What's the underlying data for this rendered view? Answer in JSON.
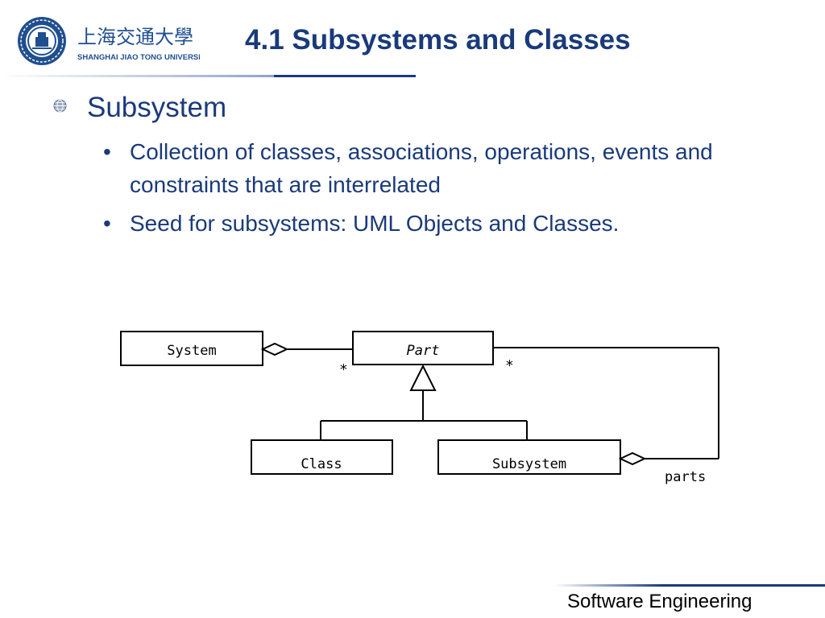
{
  "logo": {
    "chinese_name": "上海交通大學",
    "english_name": "SHANGHAI JIAO TONG UNIVERSITY"
  },
  "slide": {
    "title": "4.1 Subsystems and Classes",
    "bullet_l1": "Subsystem",
    "bullets_l2": [
      "Collection of classes, associations, operations, events and constraints that are interrelated",
      "Seed for subsystems: UML Objects and Classes."
    ],
    "bullet_char": "•"
  },
  "diagram": {
    "classes": {
      "system": "System",
      "part": "Part",
      "class": "Class",
      "subsystem": "Subsystem"
    },
    "multiplicity_left": "*",
    "multiplicity_right": "*",
    "role_label": "parts"
  },
  "footer": {
    "text": "Software Engineering"
  },
  "colors": {
    "title": "#1a3a7a",
    "rule": "#1a3a7a",
    "diagram_line": "#000000"
  }
}
